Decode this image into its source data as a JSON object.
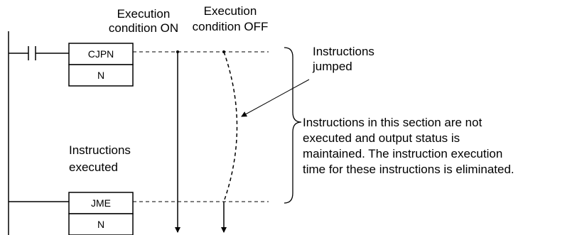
{
  "labels": {
    "exec_on_line1": "Execution",
    "exec_on_line2": "condition ON",
    "exec_off_line1": "Execution",
    "exec_off_line2": "condition OFF",
    "jumped_line1": "Instructions",
    "jumped_line2": "jumped",
    "executed_line1": "Instructions",
    "executed_line2": "executed",
    "section_note": [
      "Instructions in this section are not",
      "executed and output status is",
      "maintained. The instruction execution",
      "time for these instructions is eliminated."
    ]
  },
  "blocks": {
    "cjpn": {
      "name": "CJPN",
      "operand": "N"
    },
    "jme": {
      "name": "JME",
      "operand": "N"
    }
  }
}
